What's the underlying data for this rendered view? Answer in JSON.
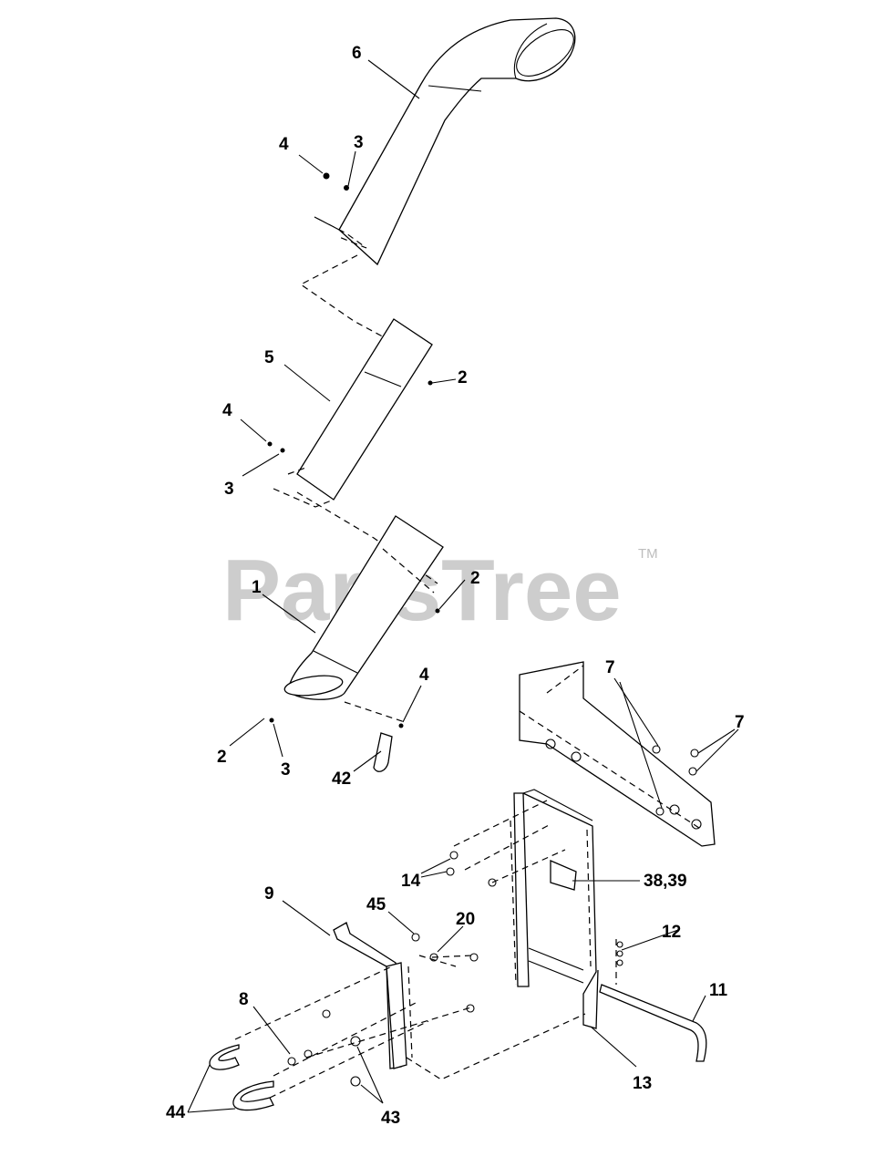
{
  "watermark": {
    "text": "PartsTree",
    "trademark": "TM"
  },
  "callouts": {
    "c6": "6",
    "c4a": "4",
    "c3a": "3",
    "c5": "5",
    "c2a": "2",
    "c4b": "4",
    "c3b": "3",
    "c1": "1",
    "c2b": "2",
    "c4c": "4",
    "c2c": "2",
    "c3c": "3",
    "c42": "42",
    "c7a": "7",
    "c7b": "7",
    "c14": "14",
    "c3839": "38,39",
    "c9": "9",
    "c45": "45",
    "c20": "20",
    "c12": "12",
    "c8": "8",
    "c11": "11",
    "c13": "13",
    "c44": "44",
    "c43": "43"
  }
}
